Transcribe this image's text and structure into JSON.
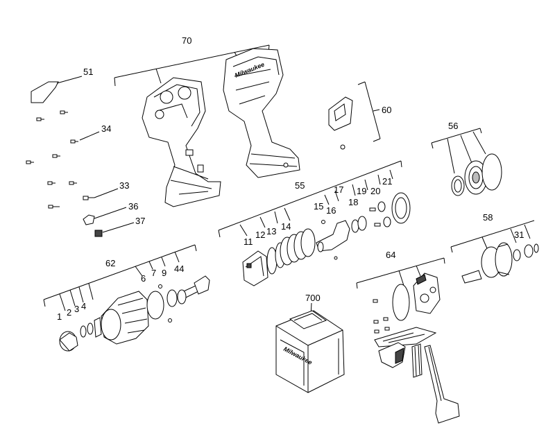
{
  "callouts": {
    "c1": "1",
    "c2": "2",
    "c3": "3",
    "c4": "4",
    "c6": "6",
    "c7": "7",
    "c9": "9",
    "c11": "11",
    "c12": "12",
    "c13": "13",
    "c14": "14",
    "c15": "15",
    "c16": "16",
    "c17": "17",
    "c18": "18",
    "c19": "19",
    "c20": "20",
    "c21": "21",
    "c31": "31",
    "c33": "33",
    "c34": "34",
    "c36": "36",
    "c37": "37",
    "c44": "44",
    "c51": "51",
    "c55": "55",
    "c56": "56",
    "c58": "58",
    "c60": "60",
    "c62": "62",
    "c64": "64",
    "c70": "70",
    "c700": "700"
  },
  "brand": {
    "logo_text": "Milwaukee"
  },
  "colors": {
    "line": "#000000",
    "background": "#ffffff",
    "accent_dark": "#444444"
  }
}
